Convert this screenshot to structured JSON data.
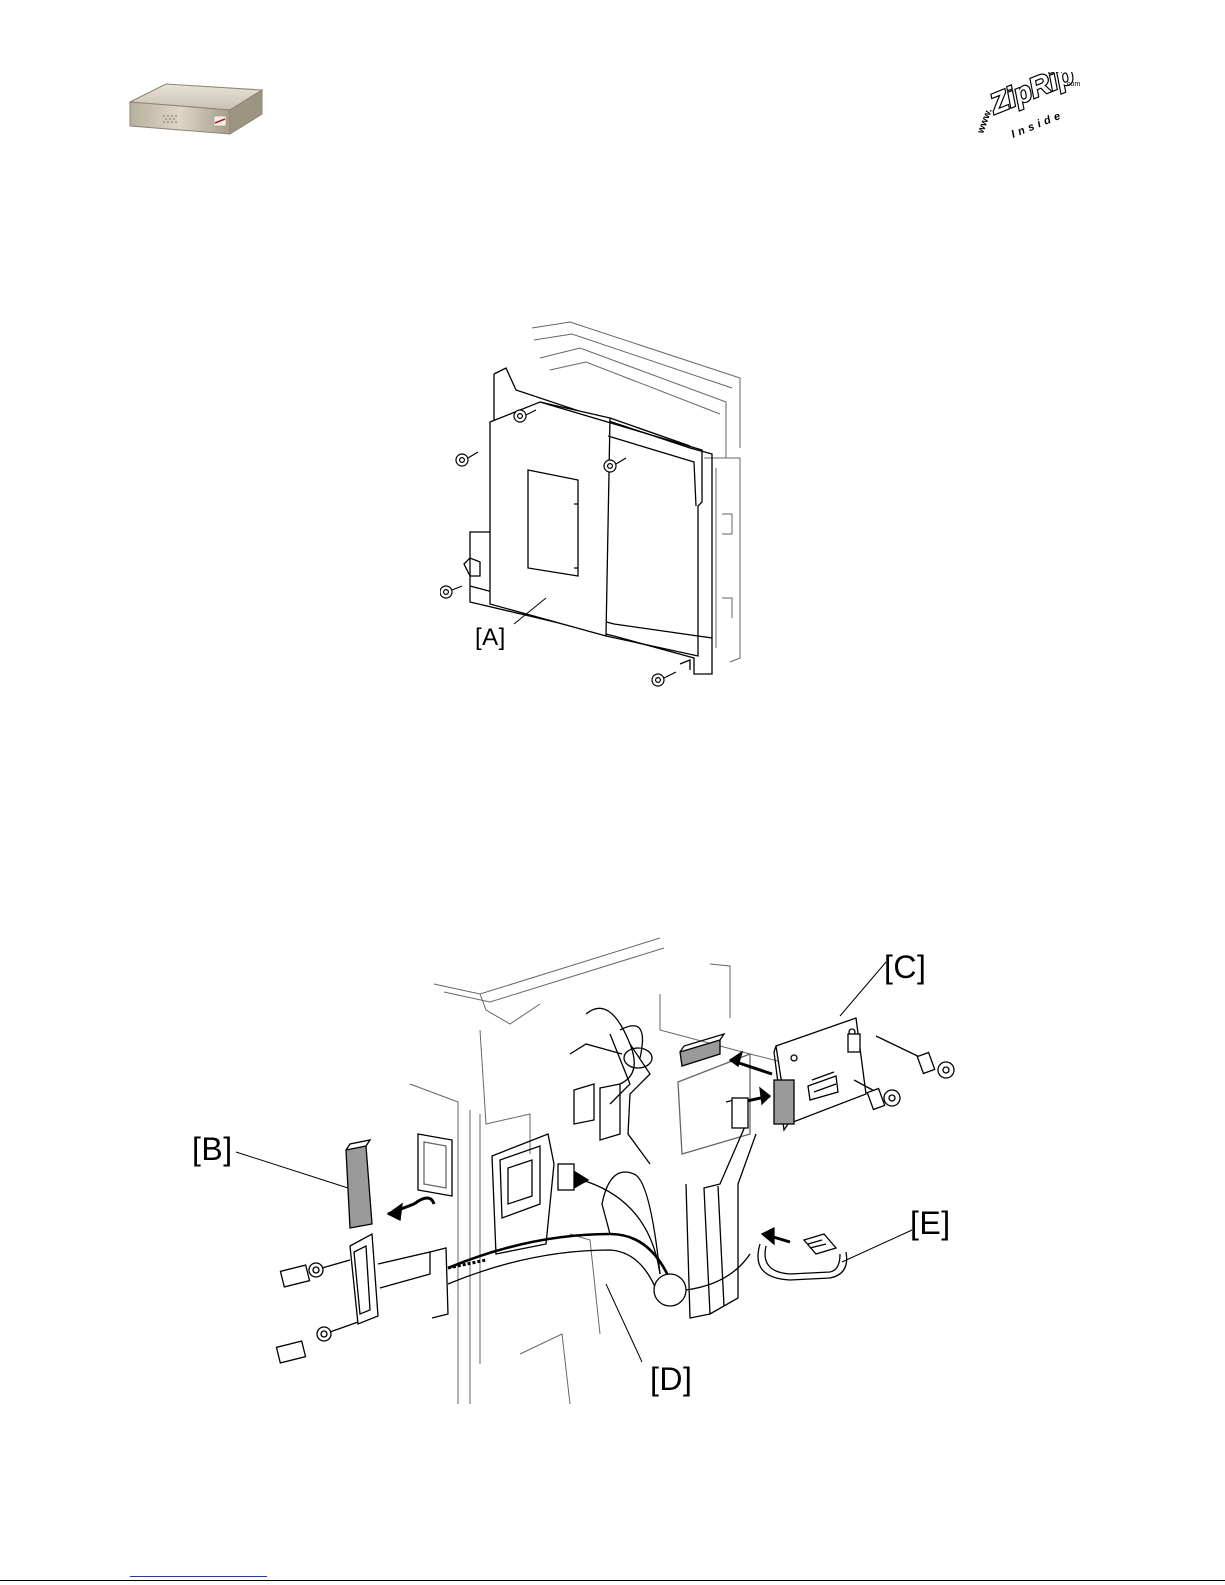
{
  "header": {
    "product_icon": "printer-box-icon",
    "logo_icon": "ziprip-logo-icon",
    "logo_text": "ZipRip",
    "logo_prefix": "www.",
    "logo_suffix": ".com",
    "logo_tagline": "Inside"
  },
  "figure_1": {
    "callouts": [
      "[A]"
    ]
  },
  "figure_2": {
    "callouts": [
      "[B]",
      "[C]",
      "[D]",
      "[E]"
    ]
  },
  "colors": {
    "line": "#000000",
    "shade": "#9a9a9a",
    "link": "#1a37d6"
  }
}
